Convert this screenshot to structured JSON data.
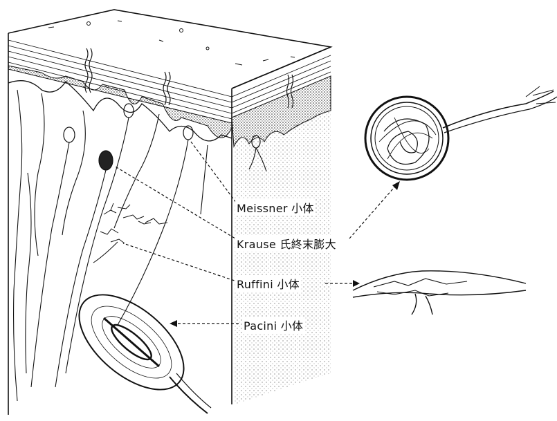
{
  "labels": {
    "meissner": "Meissner 小体",
    "krause": "Krause 氏終末膨大",
    "ruffini": "Ruffini 小体",
    "pacini": "Pacini 小体"
  },
  "colors": {
    "ink": "#111111",
    "paper": "#ffffff",
    "stipple": "#666666"
  }
}
